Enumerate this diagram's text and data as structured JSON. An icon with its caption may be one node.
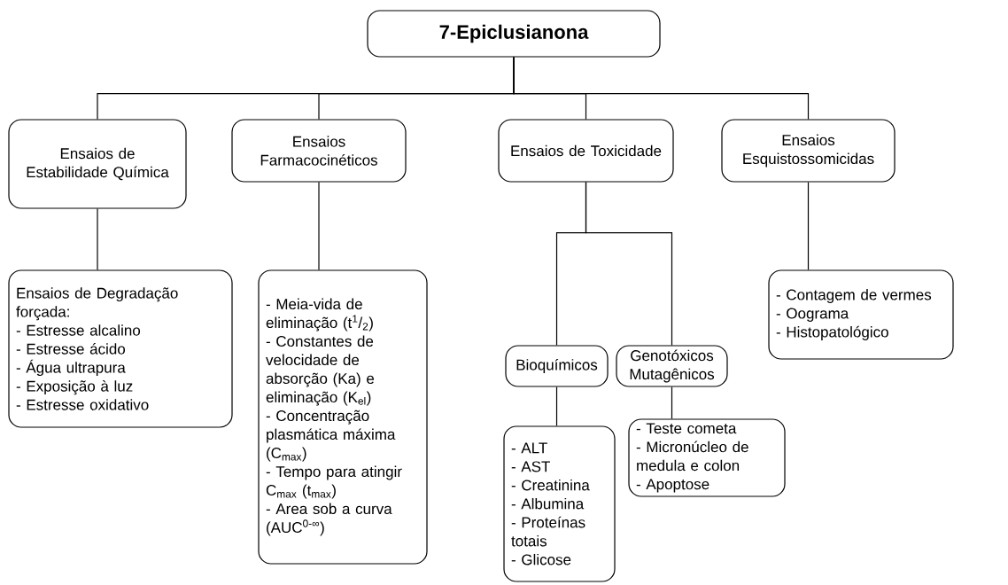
{
  "diagram": {
    "nodes": [
      {
        "text": [
          "7-Epiclusianona"
        ]
      },
      {
        "text": [
          "Ensaios de Estabilidade Química"
        ]
      },
      {
        "text": [
          "Ensaios Farmacocinéticos"
        ]
      },
      {
        "text": [
          "Ensaios de Toxicidade"
        ]
      },
      {
        "text": [
          "Ensaios Esquistossomicidas"
        ]
      },
      {
        "text": [
          "Ensaios de Degradação forçada:",
          "- Estresse alcalino",
          "- Estresse ácido",
          "- Água ultrapura",
          "- Exposição à luz",
          "- Estresse oxidativo"
        ]
      },
      {
        "text": [
          "- Meia-vida de eliminação (t$^{1}$/$_{2}$)",
          "- Constantes de velocidade de absorção (Ka) e eliminação (K$_{el}$)",
          "- Concentração plasmática máxima (C$_{max}$)",
          "- Tempo para atingir C$_{max}$ (t$_{max}$)",
          "- Area sob a curva (AUC$^{0-∞}$)"
        ]
      },
      {
        "text": [
          "Bioquímicos"
        ]
      },
      {
        "text": [
          "Genotóxicos Mutagênicos"
        ]
      },
      {
        "text": [
          "- ALT",
          "- AST",
          "- Creatinina",
          "- Albumina",
          "- Proteínas totais",
          "- Glicose"
        ]
      },
      {
        "text": [
          "- Teste cometa",
          "- Micronúcleo de medula e colon",
          "- Apoptose"
        ]
      },
      {
        "text": [
          "- Contagem de vermes",
          "- Oograma",
          "- Histopatológico"
        ]
      }
    ],
    "edges": [
      {
        "from": 0,
        "to": 1,
        "arrow": "none"
      },
      {
        "from": 0,
        "to": 2,
        "arrow": "none"
      },
      {
        "from": 0,
        "to": 3,
        "arrow": "none"
      },
      {
        "from": 0,
        "to": 4,
        "arrow": "none"
      },
      {
        "from": 1,
        "to": 5,
        "arrow": "none"
      },
      {
        "from": 2,
        "to": 6,
        "arrow": "none"
      },
      {
        "from": 3,
        "to": 7,
        "arrow": "none"
      },
      {
        "from": 3,
        "to": 8,
        "arrow": "none"
      },
      {
        "from": 7,
        "to": 9,
        "arrow": "none"
      },
      {
        "from": 8,
        "to": 10,
        "arrow": "none"
      },
      {
        "from": 4,
        "to": 11,
        "arrow": "none"
      }
    ]
  }
}
